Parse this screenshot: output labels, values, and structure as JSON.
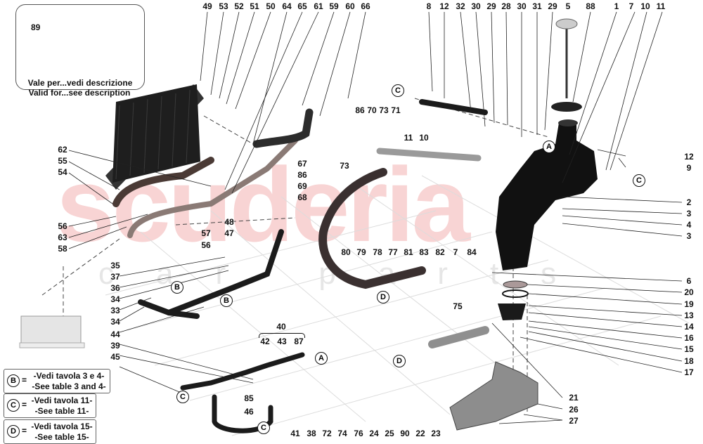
{
  "diagram": {
    "type": "exploded-parts-diagram",
    "watermark": {
      "main": "scuderia",
      "sub": "car parts"
    },
    "inset": {
      "callout": "89",
      "caption_it": "Vale per...vedi descrizione",
      "caption_en": "Valid for...see description"
    },
    "legend": [
      {
        "ref": "B",
        "eq": "=",
        "line1": "-Vedi tavola 3 e 4-",
        "line2": "-See table 3 and 4-"
      },
      {
        "ref": "C",
        "eq": "=",
        "line1": "-Vedi tavola 11-",
        "line2": "-See table 11-"
      },
      {
        "ref": "D",
        "eq": "=",
        "line1": "-Vedi tavola 15-",
        "line2": "-See table 15-"
      }
    ],
    "top_callouts_left": [
      "49",
      "53",
      "52",
      "51",
      "50",
      "64",
      "65",
      "61",
      "59",
      "60",
      "66"
    ],
    "top_callouts_right": [
      "8",
      "12",
      "32",
      "30",
      "29",
      "28",
      "30",
      "31",
      "29",
      "5",
      "88",
      "1",
      "7",
      "10",
      "11"
    ],
    "left_callouts": [
      "62",
      "55",
      "54",
      "56",
      "63",
      "58",
      "57",
      "56",
      "48",
      "47",
      "35",
      "37",
      "36",
      "34",
      "33",
      "34",
      "44",
      "39",
      "45"
    ],
    "group_40": {
      "parent": "40",
      "children": [
        "42",
        "43",
        "87"
      ]
    },
    "mid_callouts": [
      "86",
      "70",
      "73",
      "71",
      "11",
      "10",
      "67",
      "86",
      "73",
      "69",
      "68"
    ],
    "row_callouts": [
      "80",
      "79",
      "78",
      "77",
      "81",
      "83",
      "82",
      "7",
      "84"
    ],
    "right_callouts": [
      "12",
      "9",
      "2",
      "3",
      "4",
      "3",
      "6",
      "20",
      "19",
      "13",
      "14",
      "16",
      "15",
      "18",
      "17",
      "21",
      "26",
      "27"
    ],
    "bottom_callouts": [
      "41",
      "38",
      "72",
      "74",
      "76",
      "24",
      "25",
      "90",
      "22",
      "23"
    ],
    "misc_callouts": [
      "75",
      "85",
      "46"
    ],
    "reference_markers": [
      "A",
      "A",
      "B",
      "B",
      "C",
      "C",
      "C",
      "C",
      "D",
      "D"
    ]
  }
}
